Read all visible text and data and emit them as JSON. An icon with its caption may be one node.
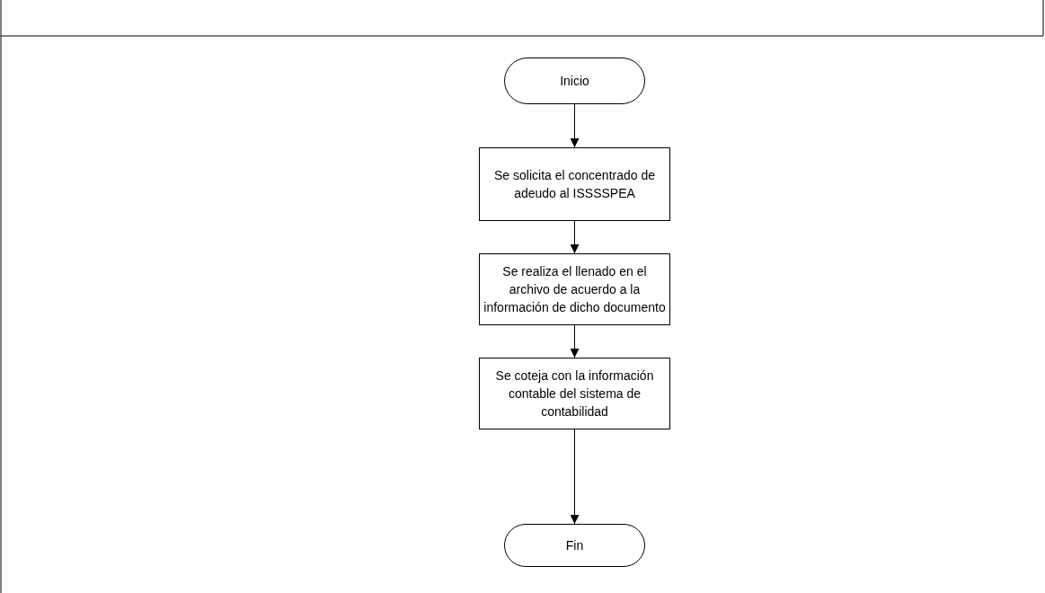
{
  "diagram": {
    "nodes": [
      {
        "text": [
          "Inicio"
        ]
      },
      {
        "text": [
          "Se solicita el concentrado de adeudo al ISSSSPEA"
        ]
      },
      {
        "text": [
          "Se realiza el llenado en el archivo de acuerdo a la información de dicho documento"
        ]
      },
      {
        "text": [
          "Se coteja con la información contable del sistema de contabilidad"
        ]
      },
      {
        "text": [
          "Fin"
        ]
      }
    ],
    "edges": [
      {
        "from": 0,
        "to": 1,
        "arrow": "to"
      },
      {
        "from": 1,
        "to": 2,
        "arrow": "to"
      },
      {
        "from": 2,
        "to": 3,
        "arrow": "to"
      },
      {
        "from": 3,
        "to": 4,
        "arrow": "to"
      }
    ]
  }
}
